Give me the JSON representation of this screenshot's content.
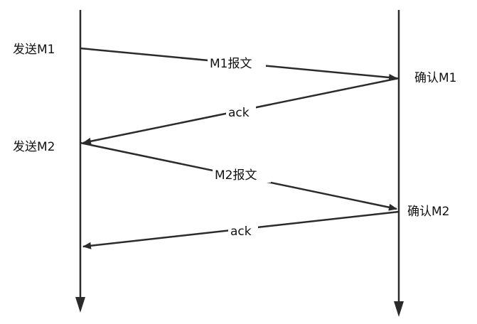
{
  "diagram": {
    "left_events": {
      "send_m1": "发送M1",
      "send_m2": "发送M2"
    },
    "right_events": {
      "confirm_m1": "确认M1",
      "confirm_m2": "确认M2"
    },
    "messages": {
      "m1": "M1报文",
      "ack1": "ack",
      "m2": "M2报文",
      "ack2": "ack"
    }
  }
}
